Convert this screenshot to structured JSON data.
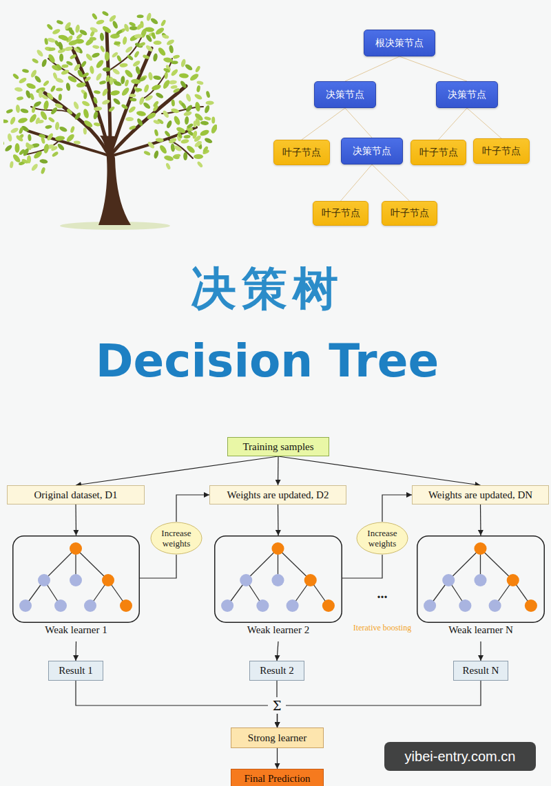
{
  "diagram": {
    "title": "决策树",
    "nodes": [
      {
        "text": [
          "根决策节点"
        ]
      },
      {
        "text": [
          "决策节点"
        ]
      },
      {
        "text": [
          "决策节点"
        ]
      },
      {
        "text": [
          "叶子节点"
        ]
      },
      {
        "text": [
          "决策节点"
        ]
      },
      {
        "text": [
          "叶子节点"
        ]
      },
      {
        "text": [
          "叶子节点"
        ]
      },
      {
        "text": [
          "叶子节点"
        ]
      },
      {
        "text": [
          "叶子节点"
        ]
      },
      {
        "text": [
          "Training samples"
        ]
      },
      {
        "text": [
          "Original dataset, D1"
        ]
      },
      {
        "text": [
          "Weights are updated, D2"
        ]
      },
      {
        "text": [
          "Weights are updated, DN"
        ]
      },
      {
        "text": [
          "Increase weights"
        ]
      },
      {
        "text": [
          "Increase weights"
        ]
      },
      {
        "text": [
          "Weak learner 1"
        ]
      },
      {
        "text": [
          "Weak learner 2"
        ]
      },
      {
        "text": [
          "Weak learner N"
        ]
      },
      {
        "text": [
          "Result 1"
        ]
      },
      {
        "text": [
          "Result 2"
        ]
      },
      {
        "text": [
          "Result N"
        ]
      },
      {
        "text": [
          "Strong learner"
        ]
      },
      {
        "text": [
          "Final Prediction"
        ]
      }
    ],
    "edges": [
      {
        "from": 0,
        "to": 1,
        "arrow": "none"
      },
      {
        "from": 0,
        "to": 2,
        "arrow": "none"
      },
      {
        "from": 1,
        "to": 3,
        "arrow": "none"
      },
      {
        "from": 1,
        "to": 4,
        "arrow": "none"
      },
      {
        "from": 2,
        "to": 5,
        "arrow": "none"
      },
      {
        "from": 2,
        "to": 6,
        "arrow": "none"
      },
      {
        "from": 4,
        "to": 7,
        "arrow": "none"
      },
      {
        "from": 4,
        "to": 8,
        "arrow": "none"
      },
      {
        "from": 9,
        "to": 10,
        "arrow": "to"
      },
      {
        "from": 9,
        "to": 11,
        "arrow": "to"
      },
      {
        "from": 9,
        "to": 12,
        "arrow": "to"
      },
      {
        "from": 10,
        "to": 15,
        "arrow": "to"
      },
      {
        "from": 11,
        "to": 16,
        "arrow": "to"
      },
      {
        "from": 12,
        "to": 17,
        "arrow": "to"
      },
      {
        "from": 15,
        "to": 13,
        "arrow": "none"
      },
      {
        "from": 13,
        "to": 11,
        "arrow": "to"
      },
      {
        "from": 16,
        "to": 14,
        "arrow": "none"
      },
      {
        "from": 14,
        "to": 12,
        "arrow": "to"
      },
      {
        "from": 15,
        "to": 18,
        "arrow": "to"
      },
      {
        "from": 16,
        "to": 19,
        "arrow": "to"
      },
      {
        "from": 17,
        "to": 20,
        "arrow": "to"
      },
      {
        "from": 18,
        "to": 21,
        "arrow": "to"
      },
      {
        "from": 19,
        "to": 21,
        "arrow": "to"
      },
      {
        "from": 20,
        "to": 21,
        "arrow": "to"
      },
      {
        "from": 21,
        "to": 22,
        "arrow": "to"
      }
    ],
    "labels": [
      "Decision Tree",
      "...",
      "Iterative boosting",
      "Σ",
      "yibei-entry.com.cn"
    ]
  }
}
